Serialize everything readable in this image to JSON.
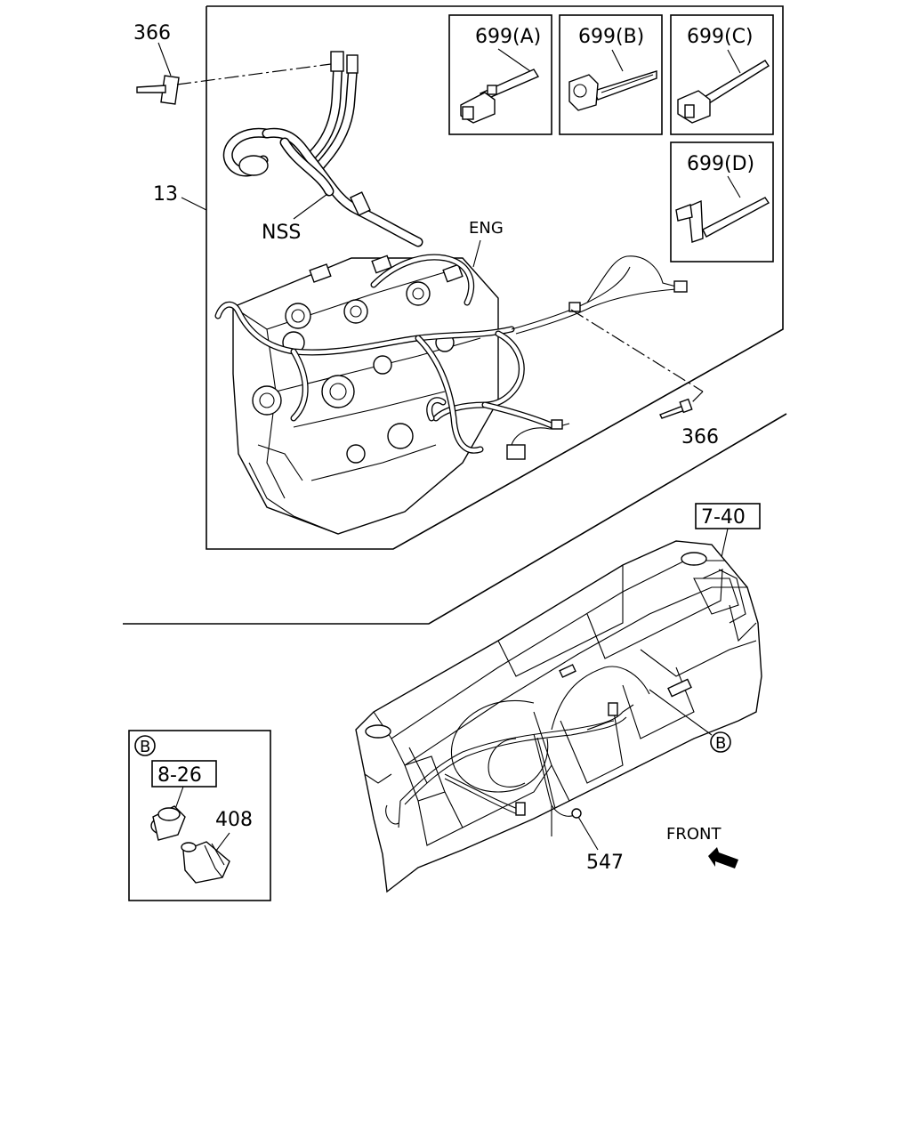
{
  "labels": {
    "part_366_top": "366",
    "part_13": "13",
    "nss": "NSS",
    "eng": "ENG",
    "part_366_bottom": "366",
    "clip_a": "699(A)",
    "clip_b": "699(B)",
    "clip_c": "699(C)",
    "clip_d": "699(D)",
    "ref_7_40": "7-40",
    "ref_b_callout": "B",
    "inset_b_header": "B",
    "ref_8_26": "8-26",
    "part_408": "408",
    "part_547": "547",
    "front": "FRONT"
  }
}
